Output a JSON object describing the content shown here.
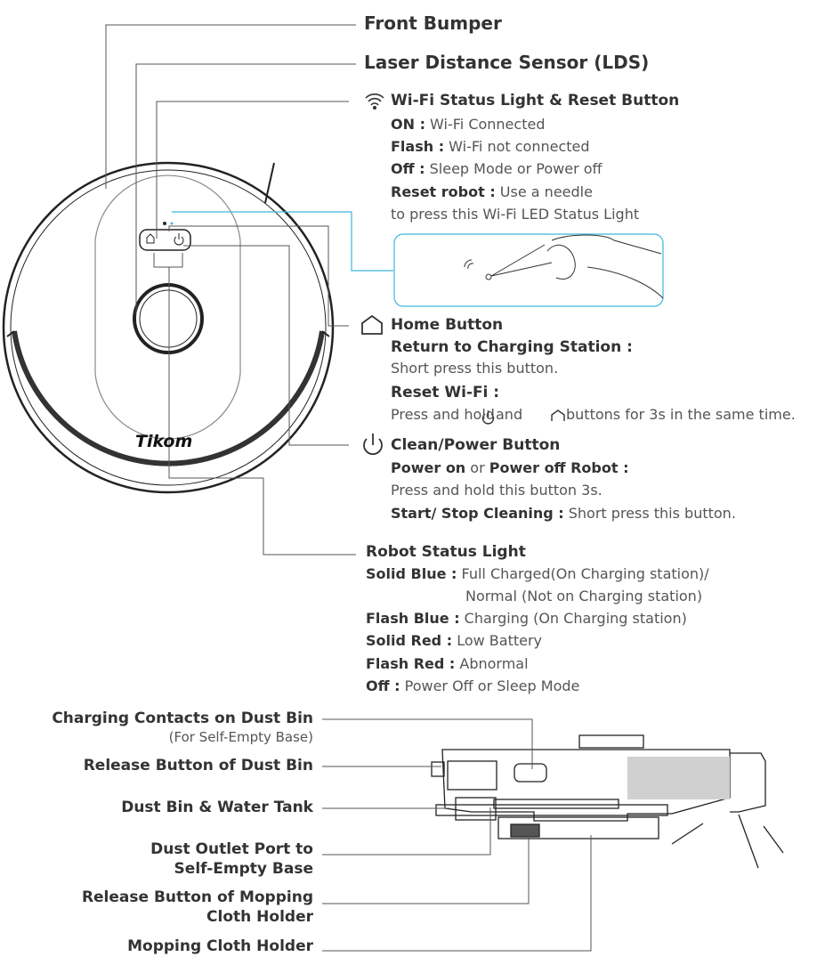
{
  "top": {
    "front_bumper": "Front Bumper",
    "lds": "Laser Distance Sensor (LDS)",
    "wifi": {
      "title": "Wi-Fi Status Light & Reset Button",
      "on_label": "ON :",
      "on_text": " Wi-Fi Connected",
      "flash_label": "Flash :",
      "flash_text": " Wi-Fi not connected",
      "off_label": "Off :",
      "off_text": " Sleep Mode or Power off",
      "reset_label": "Reset robot :",
      "reset_text": " Use a needle",
      "reset_text2": "to press this Wi-Fi LED Status Light"
    },
    "home": {
      "title": "Home Button",
      "return_label": "Return to Charging Station :",
      "return_text": "Short press this button.",
      "reset_label": "Reset Wi-Fi :",
      "reset_text_a": "Press and hold ",
      "reset_text_b": "and ",
      "reset_text_c": "buttons for 3s in the same time."
    },
    "power": {
      "title": "Clean/Power Button",
      "on_a": "Power on",
      "on_b": " or ",
      "on_c": "Power off",
      "on_d": " Robot :",
      "hold_text": "Press and hold this button 3s.",
      "start_label": "Start/ Stop Cleaning :",
      "start_text": " Short press this button."
    },
    "status": {
      "title": "Robot Status Light",
      "solid_blue_label": "Solid Blue :",
      "solid_blue_text": " Full Charged(On Charging station)/",
      "solid_blue_text2": "Normal (Not on Charging station)",
      "flash_blue_label": "Flash Blue :",
      "flash_blue_text": " Charging (On Charging station)",
      "solid_red_label": "Solid Red :",
      "solid_red_text": " Low Battery",
      "flash_red_label": "Flash Red :",
      "flash_red_text": " Abnormal",
      "off_label": "Off :",
      "off_text": " Power Off or Sleep Mode"
    },
    "brand": "Tikom"
  },
  "side": {
    "charging_contacts": "Charging Contacts on Dust Bin",
    "charging_contacts_sub": "(For Self-Empty Base)",
    "release_bin": "Release Button of Dust Bin",
    "dust_bin": "Dust Bin & Water Tank",
    "dust_outlet_1": "Dust Outlet Port to",
    "dust_outlet_2": "Self-Empty Base",
    "release_mop_1": "Release Button of Mopping",
    "release_mop_2": "Cloth Holder",
    "mop_holder": "Mopping Cloth Holder"
  },
  "colors": {
    "text": "#333333",
    "line": "#555555",
    "accent": "#3fb6d9"
  },
  "icons": [
    "wifi-icon",
    "home-icon",
    "power-icon",
    "hand-icon"
  ]
}
